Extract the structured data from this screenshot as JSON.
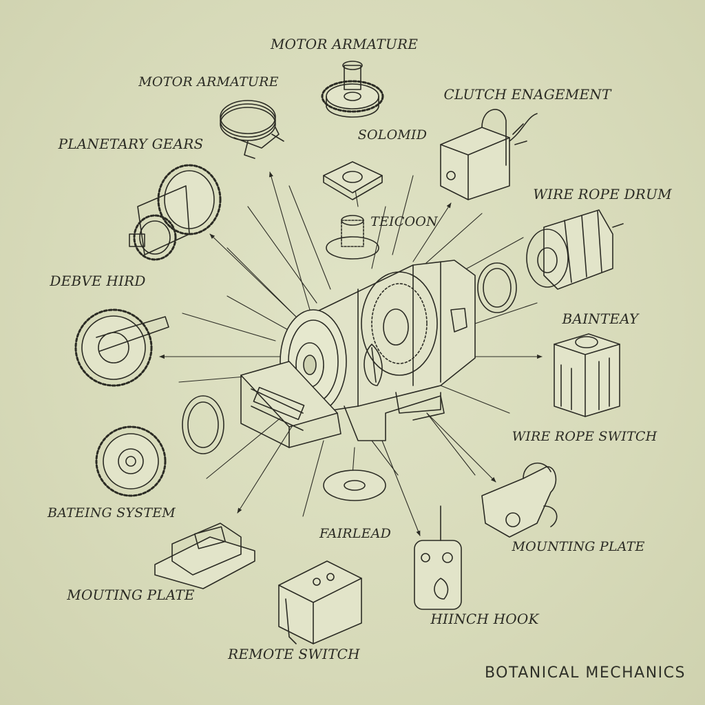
{
  "labels": {
    "motor_armature_top": "MOTOR ARMATURE",
    "motor_armature_left": "MOTOR ARMATURE",
    "clutch_engagement": "CLUTCH ENAGEMENT",
    "solenoid": "SOLOMID",
    "planetary_gears": "PLANETARY GEARS",
    "teicoon": "TEICOON",
    "wire_rope_drum": "WIRE ROPE DRUM",
    "debve_hird": "DEBVE HIRD",
    "bainteay": "BAINTEAY",
    "wire_rope_switch": "WIRE ROPE SWITCH",
    "bateing_system": "BATEING SYSTEM",
    "fairlead": "FAIRLEAD",
    "mounting_plate_right": "MOUNTING PLATE",
    "mouting_plate_left": "MOUTING PLATE",
    "hiinch_hook": "HIINCH HOOK",
    "remote_switch": "REMOTE SWITCH"
  },
  "brand": "BOTANICAL MECHANICS",
  "colors": {
    "ink": "#2b2b24",
    "paper": "#d9dcbd"
  }
}
